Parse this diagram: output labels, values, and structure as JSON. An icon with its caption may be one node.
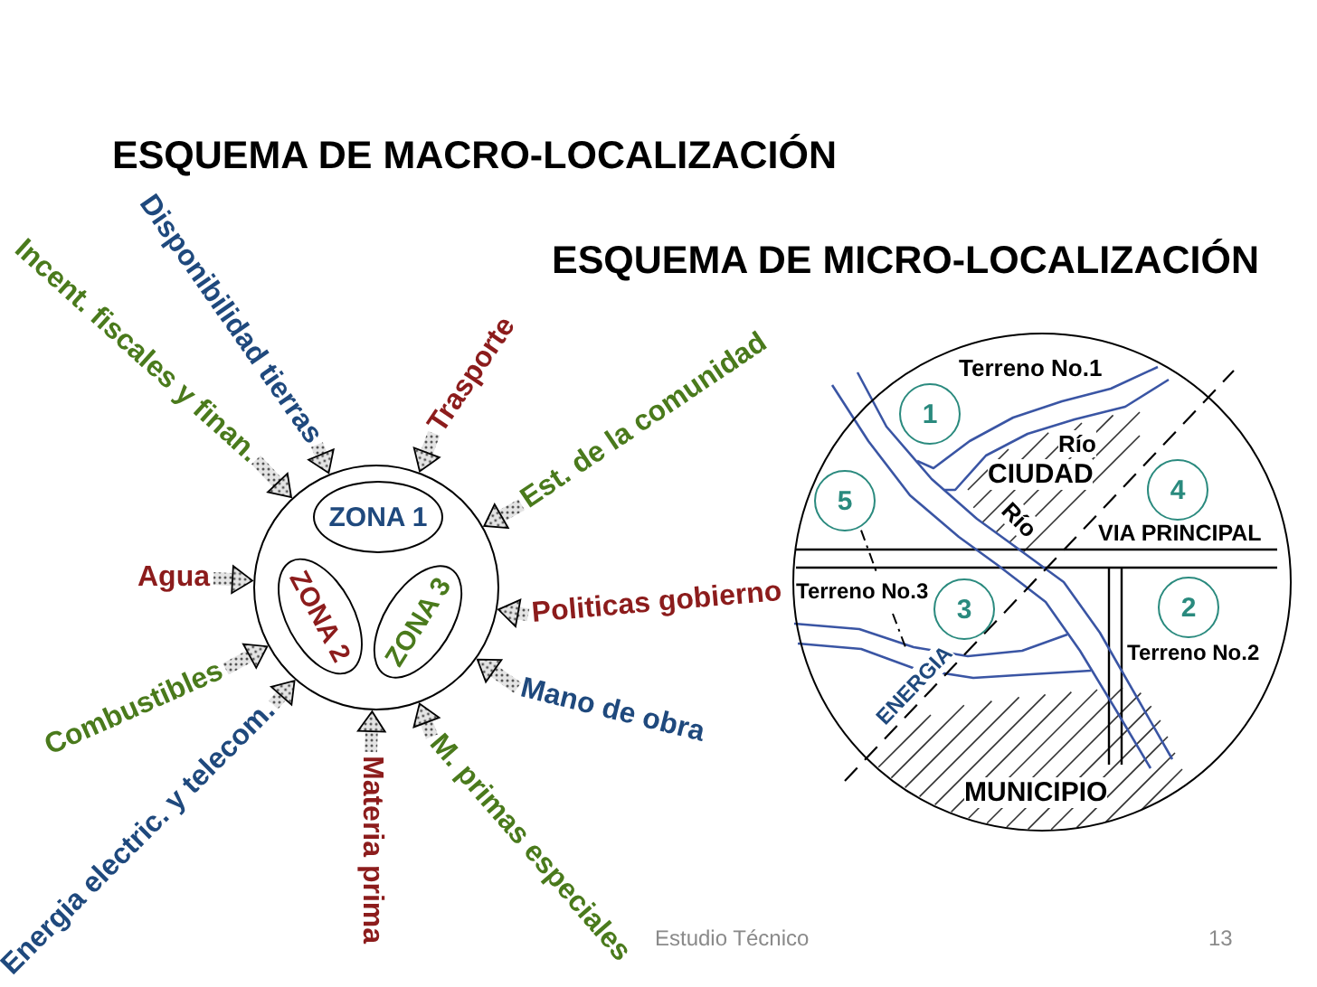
{
  "diagram": {
    "title": "ESQUEMA DE MACRO-LOCALIZACIÓN",
    "nodes": [
      {
        "text": [],
        "shape": "circle"
      },
      {
        "text": [
          "ZONA 1"
        ],
        "in": 0
      },
      {
        "text": [
          "ZONA 2"
        ],
        "in": 0
      },
      {
        "text": [
          "ZONA 3"
        ],
        "in": 0
      },
      {
        "text": [
          "Incent. fiscales y finan."
        ]
      },
      {
        "text": [
          "Disponibilidad tierras"
        ]
      },
      {
        "text": [
          "Trasporte"
        ]
      },
      {
        "text": [
          "Est. de la comunidad"
        ]
      },
      {
        "text": [
          "Politicas gobierno"
        ]
      },
      {
        "text": [
          "Mano de obra"
        ]
      },
      {
        "text": [
          "M. primas especiales"
        ]
      },
      {
        "text": [
          "Materia prima"
        ]
      },
      {
        "text": [
          "Energia electric. y telecom."
        ]
      },
      {
        "text": [
          "Combustibles"
        ]
      },
      {
        "text": [
          "Agua"
        ]
      },
      {
        "text": [],
        "shape": "circle"
      },
      {
        "text": [
          "1"
        ],
        "in": 15,
        "beside": [
          "Terreno No.1"
        ]
      },
      {
        "text": [
          "5"
        ],
        "in": 15
      },
      {
        "text": [
          "4"
        ],
        "in": 15
      },
      {
        "text": [
          "3"
        ],
        "in": 15,
        "beside": [
          "Terreno No.3"
        ]
      },
      {
        "text": [
          "2"
        ],
        "in": 15,
        "beside": [
          "Terreno No.2"
        ]
      }
    ],
    "edges": [
      {
        "from": 4,
        "to": 0,
        "arrow": "to"
      },
      {
        "from": 5,
        "to": 0,
        "arrow": "to"
      },
      {
        "from": 6,
        "to": 0,
        "arrow": "to"
      },
      {
        "from": 7,
        "to": 0,
        "arrow": "to"
      },
      {
        "from": 8,
        "to": 0,
        "arrow": "to"
      },
      {
        "from": 9,
        "to": 0,
        "arrow": "to"
      },
      {
        "from": 10,
        "to": 0,
        "arrow": "to"
      },
      {
        "from": 11,
        "to": 0,
        "arrow": "to"
      },
      {
        "from": 12,
        "to": 0,
        "arrow": "to"
      },
      {
        "from": 13,
        "to": 0,
        "arrow": "to"
      },
      {
        "from": 14,
        "to": 0,
        "arrow": "to"
      }
    ],
    "labels": [
      "ESQUEMA DE MICRO-LOCALIZACIÓN",
      "Río",
      "CIUDAD",
      "Río",
      "VIA PRINCIPAL",
      "ENERGIA",
      "MUNICIPIO",
      "Estudio Técnico",
      "13"
    ]
  }
}
